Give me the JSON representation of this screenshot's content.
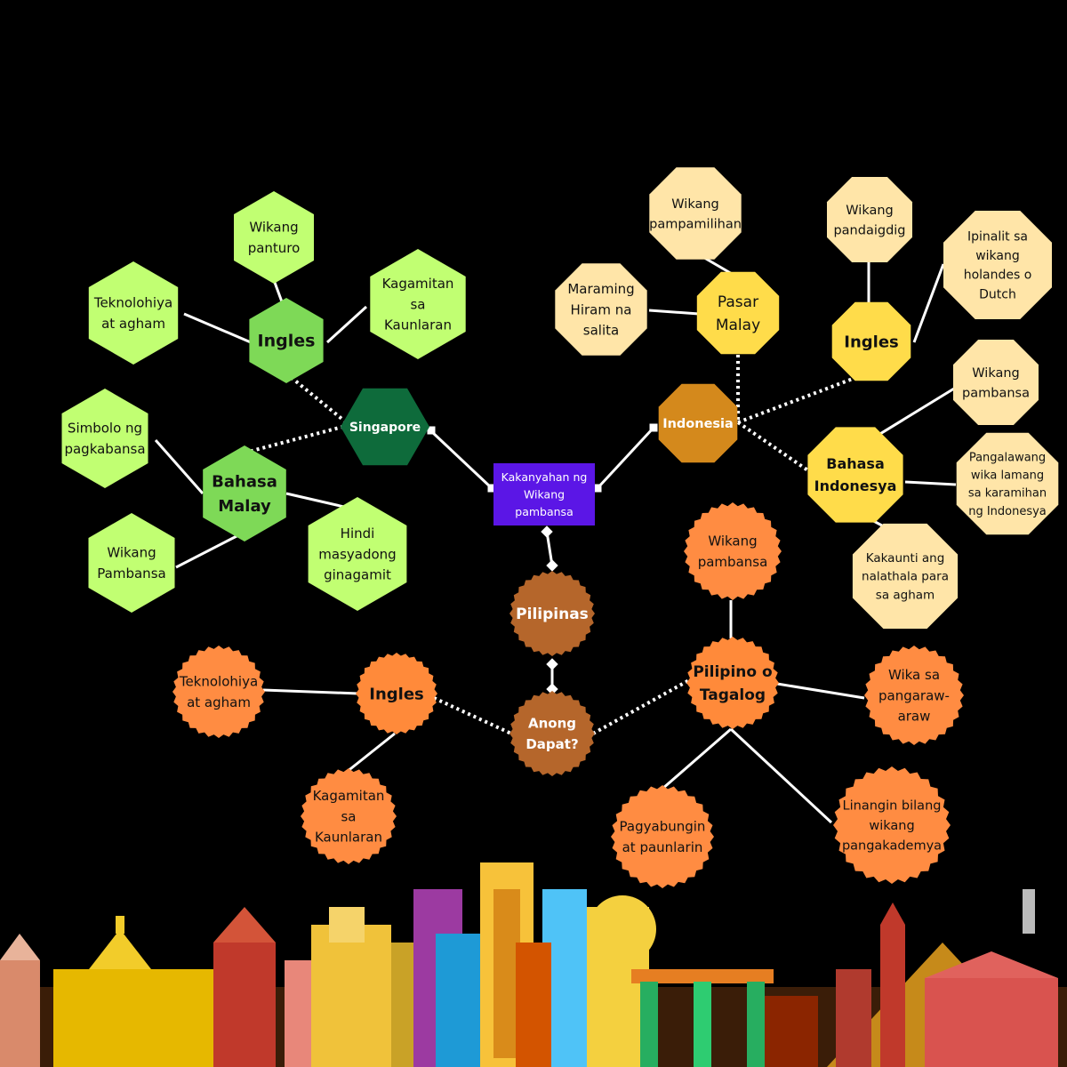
{
  "center": {
    "text": [
      "Kakanyahan ng",
      "Wikang",
      "pambansa"
    ]
  },
  "singapore": {
    "hub": [
      "Singapore"
    ],
    "ingles": [
      "Ingles"
    ],
    "ingles_children": [
      [
        "Wikang",
        "panturo"
      ],
      [
        "Teknolohiya",
        "at agham"
      ],
      [
        "Kagamitan",
        "sa",
        "Kaunlaran"
      ]
    ],
    "malay": [
      "Bahasa",
      "Malay"
    ],
    "malay_children": [
      [
        "Simbolo ng",
        "pagkabansa"
      ],
      [
        "Wikang",
        "Pambansa"
      ],
      [
        "Hindi",
        "masyadong",
        "ginagamit"
      ]
    ]
  },
  "indonesia": {
    "hub": [
      "Indonesia"
    ],
    "pasar": [
      "Pasar",
      "Malay"
    ],
    "pasar_children": [
      [
        "Wikang",
        "pampamilihan"
      ],
      [
        "Maraming",
        "Hiram na",
        "salita"
      ]
    ],
    "ingles": [
      "Ingles"
    ],
    "ingles_children": [
      [
        "Wikang",
        "pandaigdig"
      ],
      [
        "Ipinalit sa",
        "wikang",
        "holandes o",
        "Dutch"
      ]
    ],
    "bahasa": [
      "Bahasa",
      "Indonesya"
    ],
    "bahasa_children": [
      [
        "Wikang",
        "pambansa"
      ],
      [
        "Pangalawang",
        "wika lamang",
        "sa karamihan",
        "ng Indonesya"
      ],
      [
        "Kakaunti ang",
        "nalathala para",
        "sa agham"
      ]
    ]
  },
  "pilipinas": {
    "hub": [
      "Pilipinas"
    ],
    "dapat": [
      "Anong",
      "Dapat?"
    ],
    "ingles": [
      "Ingles"
    ],
    "ingles_children": [
      [
        "Teknolohiya",
        "at agham"
      ],
      [
        "Kagamitan",
        "sa",
        "Kaunlaran"
      ]
    ],
    "pilipino": [
      "Pilipino o",
      "Tagalog"
    ],
    "pilipino_children": [
      [
        "Wikang",
        "pambansa"
      ],
      [
        "Wika sa",
        "pangaraw-",
        "araw"
      ],
      [
        "Pagyabungin",
        "at paunlarin"
      ],
      [
        "Linangin bilang",
        "wikang",
        "pangakademya"
      ]
    ]
  },
  "colors": {
    "center": "#5b16e6",
    "sg_hub": "#0e6b3b",
    "sg_node": "#7ed957",
    "sg_leaf": "#c1ff72",
    "id_hub": "#d4891c",
    "id_node": "#ffdc4a",
    "id_leaf": "#ffe5a8",
    "ph_hub": "#b5662b",
    "ph_node": "#ff8a3a",
    "ph_leaf": "#ff8c42"
  }
}
